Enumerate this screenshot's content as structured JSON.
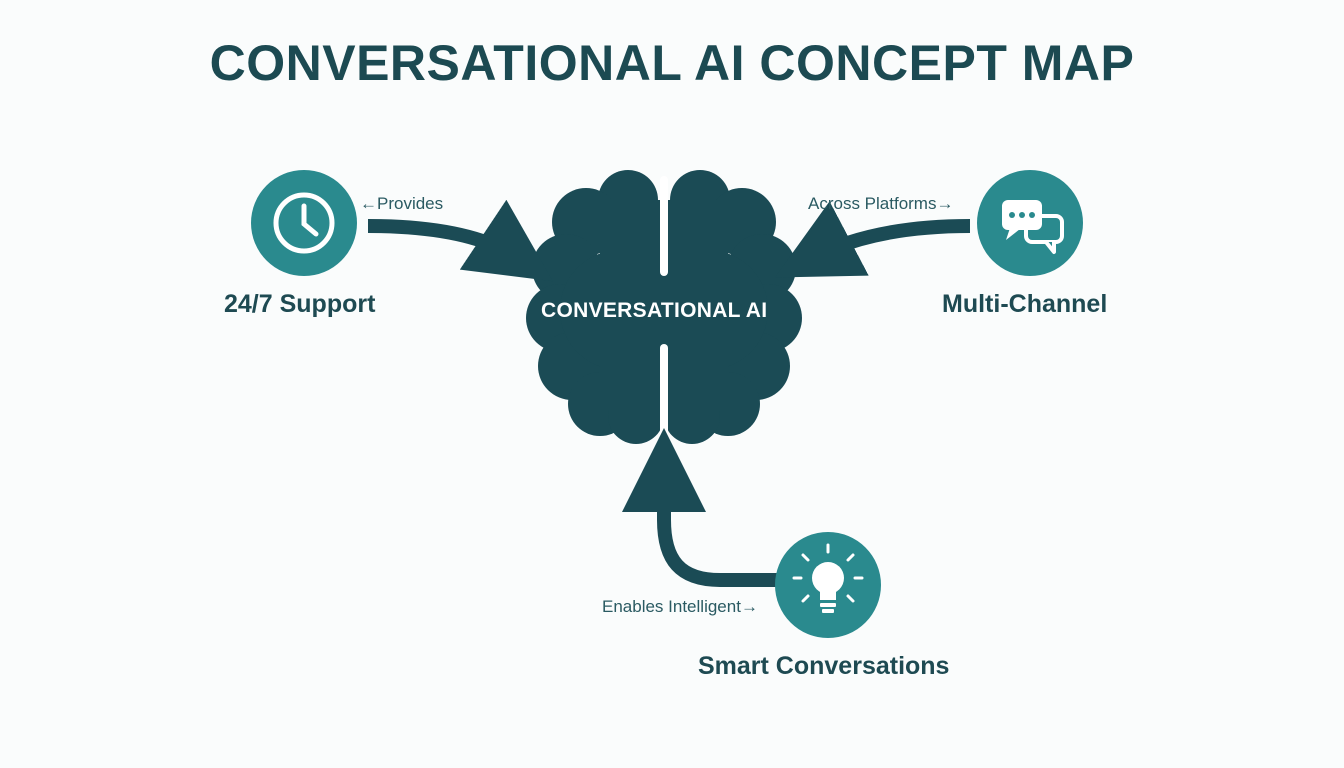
{
  "title": "CONVERSATIONAL AI CONCEPT MAP",
  "center": {
    "label": "CONVERSATIONAL AI",
    "icon": "brain-icon"
  },
  "nodes": [
    {
      "id": "support",
      "label": "24/7 Support",
      "icon": "clock-icon",
      "edge_label": "Provides"
    },
    {
      "id": "channel",
      "label": "Multi-Channel",
      "icon": "chat-bubbles-icon",
      "edge_label": "Across Platforms"
    },
    {
      "id": "smart",
      "label": "Smart Conversations",
      "icon": "lightbulb-icon",
      "edge_label": "Enables Intelligent"
    }
  ],
  "colors": {
    "background": "#fafcfc",
    "brain": "#1b4b55",
    "node_circle": "#2a8a8e",
    "arrow": "#1b4b55",
    "text_dark": "#1e4a52"
  }
}
